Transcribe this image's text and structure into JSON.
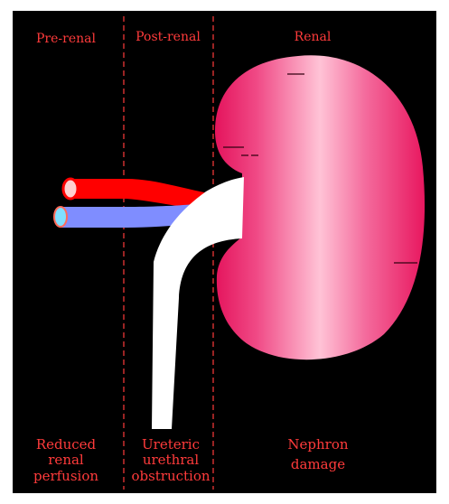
{
  "colors": {
    "background": "#000000",
    "label": "#ff3b3b",
    "artery": "#ff0000",
    "vein": "#7f8dff",
    "ureter": "#ffffff",
    "kidney_edge": "#e0105a",
    "kidney_light": "#ffc0d4",
    "divider": "#ff3b3b"
  },
  "headers": {
    "pre_renal": "Pre-renal",
    "post_renal": "Post-renal",
    "renal": "Renal"
  },
  "captions": {
    "pre_renal": [
      "Reduced",
      "renal",
      "perfusion"
    ],
    "post_renal": [
      "Ureteric",
      "urethral",
      "obstruction"
    ],
    "renal": [
      "Nephron",
      "damage"
    ]
  },
  "icons": {
    "kidney": "kidney-icon",
    "artery": "renal-artery-icon",
    "vein": "renal-vein-icon",
    "ureter": "ureter-icon"
  }
}
